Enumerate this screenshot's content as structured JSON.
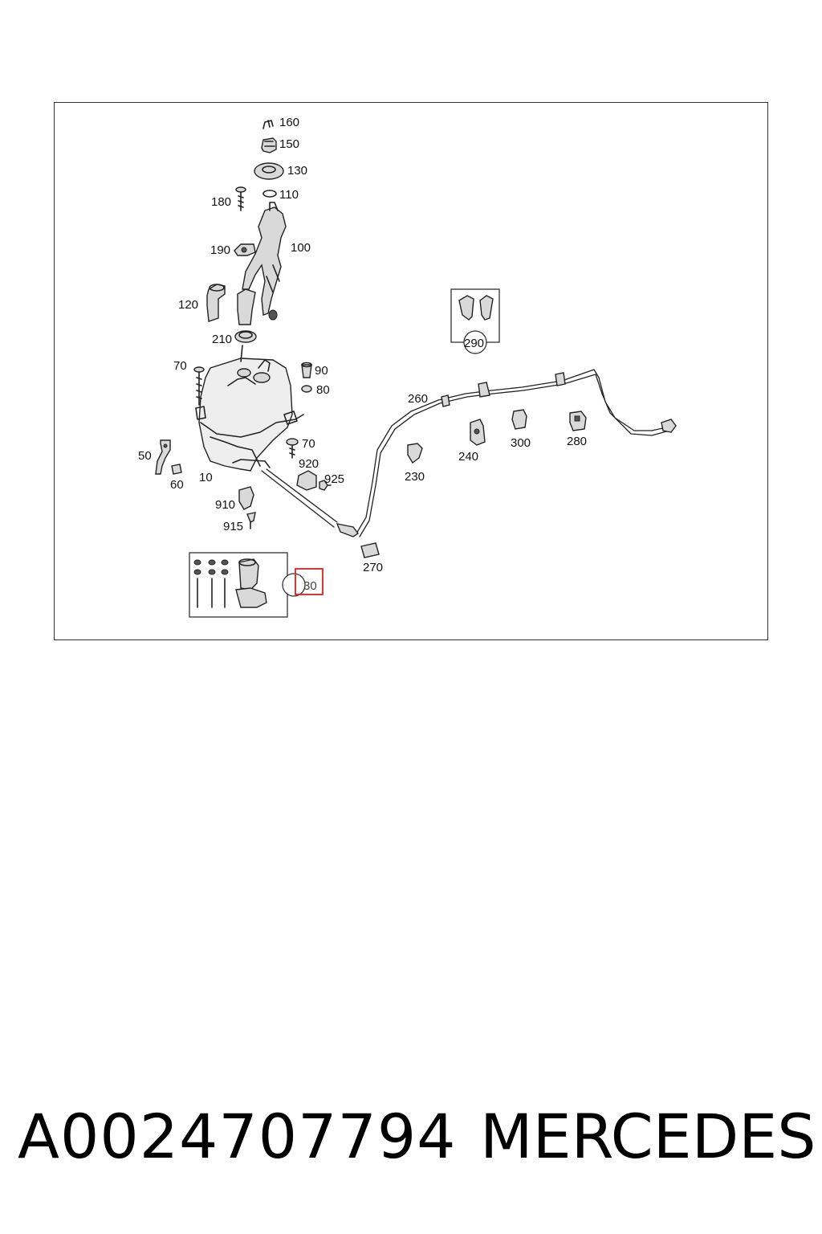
{
  "diagram": {
    "callouts": {
      "c160": "160",
      "c150": "150",
      "c130": "130",
      "c110": "110",
      "c180": "180",
      "c190": "190",
      "c100": "100",
      "c120": "120",
      "c210": "210",
      "c70a": "70",
      "c90": "90",
      "c80": "80",
      "c70b": "70",
      "c50": "50",
      "c60": "60",
      "c10": "10",
      "c920": "920",
      "c925": "925",
      "c910": "910",
      "c915": "915",
      "c290": "290",
      "c260": "260",
      "c240": "240",
      "c300": "300",
      "c280": "280",
      "c230": "230",
      "c270": "270",
      "c30": "30"
    },
    "highlight_color": "#e02020"
  },
  "footer": {
    "part_number": "A0024707794",
    "brand": "MERCEDES"
  }
}
